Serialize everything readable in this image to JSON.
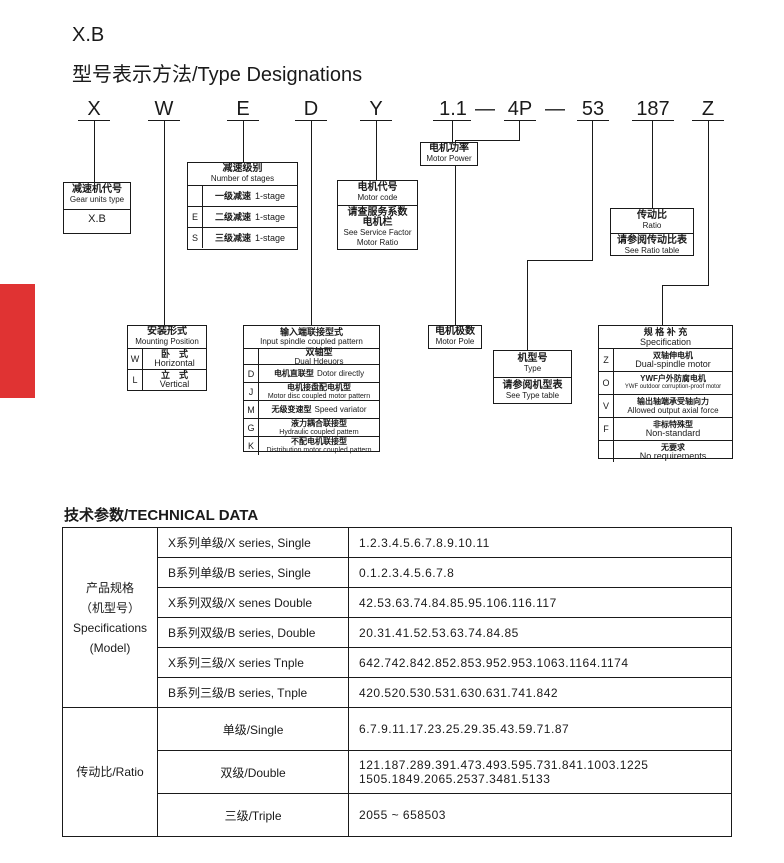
{
  "header": {
    "code": "X.B",
    "title": "型号表示方法/Type Designations"
  },
  "designation": {
    "parts": [
      "X",
      "W",
      "E",
      "D",
      "Y",
      "1.1",
      "—",
      "4P",
      "—",
      "53",
      "187",
      "Z"
    ]
  },
  "gear_units": {
    "title_cn": "减速机代号",
    "title_en": "Gear units type",
    "value": "X.B"
  },
  "mounting": {
    "title_cn": "安装形式",
    "title_en": "Mounting Position",
    "rows": [
      {
        "key": "W",
        "cn": "卧　式",
        "en": "Horizontal"
      },
      {
        "key": "L",
        "cn": "立　式",
        "en": "Vertical"
      }
    ]
  },
  "stages": {
    "title_cn": "减速级别",
    "title_en": "Number of stages",
    "rows": [
      {
        "key": "",
        "cn": "一级减速",
        "en": "1-stage"
      },
      {
        "key": "E",
        "cn": "二级减速",
        "en": "1-stage"
      },
      {
        "key": "S",
        "cn": "三级减速",
        "en": "1-stage"
      }
    ]
  },
  "input": {
    "title_cn": "输入端联接型式",
    "title_en": "Input spindle coupled pattern",
    "rows": [
      {
        "key": "",
        "cn": "双轴型",
        "en": "Dual Hdeuors"
      },
      {
        "key": "D",
        "cn": "电机直联型",
        "en": "Dotor directly"
      },
      {
        "key": "J",
        "cn": "电机接盘配电机型",
        "en": "Motor disc coupled motor pattern"
      },
      {
        "key": "M",
        "cn": "无级变速型",
        "en": "Speed variator"
      },
      {
        "key": "G",
        "cn": "液力耦合联接型",
        "en": "Hydraulic coupled pattern"
      },
      {
        "key": "K",
        "cn": "不配电机联接型",
        "en": "Distribution motor coupled pattern"
      }
    ]
  },
  "motor_code": {
    "title_cn": "电机代号",
    "title_en": "Motor code",
    "note_cn": "请查服务系数",
    "note_cn2": "电机栏",
    "note_en": "See Service Factor",
    "note_en2": "Motor Ratio"
  },
  "motor_power": {
    "cn": "电机功率",
    "en": "Motor Power"
  },
  "motor_pole": {
    "cn": "电机极数",
    "en": "Motor Pole"
  },
  "type_box": {
    "title_cn": "机型号",
    "title_en": "Type",
    "note_cn": "请参阅机型表",
    "note_en": "See Type table"
  },
  "ratio_box": {
    "title_cn": "传动比",
    "title_en": "Ratio",
    "note_cn": "请参阅传动比表",
    "note_en": "See Ratio table"
  },
  "spec": {
    "title_cn": "规 格 补 充",
    "title_en": "Specification",
    "rows": [
      {
        "key": "Z",
        "cn": "双轴伸电机",
        "en": "Dual-spindle motor"
      },
      {
        "key": "O",
        "cn": "YWF户外防腐电机",
        "en": "YWF outdoor corruption-proof motor"
      },
      {
        "key": "V",
        "cn": "输出轴端承受轴向力",
        "en": "Allowed output axial force"
      },
      {
        "key": "F",
        "cn": "非标特殊型",
        "en": "Non-standard"
      },
      {
        "key": "",
        "cn": "无要求",
        "en": "No requirements"
      }
    ]
  },
  "tech": {
    "title": "技术参数/TECHNICAL DATA",
    "spec_label": [
      "产品规格",
      "（机型号）",
      "Specifications",
      "(Model)"
    ],
    "spec_rows": [
      {
        "name": "X系列单级/X series, Single",
        "value": "1.2.3.4.5.6.7.8.9.10.11"
      },
      {
        "name": "B系列单级/B series, Single",
        "value": "0.1.2.3.4.5.6.7.8"
      },
      {
        "name": "X系列双级/X senes Double",
        "value": "42.53.63.74.84.85.95.106.116.117"
      },
      {
        "name": "B系列双级/B series, Double",
        "value": "20.31.41.52.53.63.74.84.85"
      },
      {
        "name": "X系列三级/X series Tnple",
        "value": "642.742.842.852.853.952.953.1063.1164.1174"
      },
      {
        "name": "B系列三级/B series, Tnple",
        "value": "420.520.530.531.630.631.741.842"
      }
    ],
    "ratio_label": "传动比/Ratio",
    "ratio_rows": [
      {
        "name": "单级/Single",
        "value": "6.7.9.11.17.23.25.29.35.43.59.71.87",
        "value2": ""
      },
      {
        "name": "双级/Double",
        "value": "121.187.289.391.473.493.595.731.841.1003.1225",
        "value2": "1505.1849.2065.2537.3481.5133"
      },
      {
        "name": "三级/Triple",
        "value": "2055 ~ 658503",
        "value2": ""
      }
    ]
  }
}
